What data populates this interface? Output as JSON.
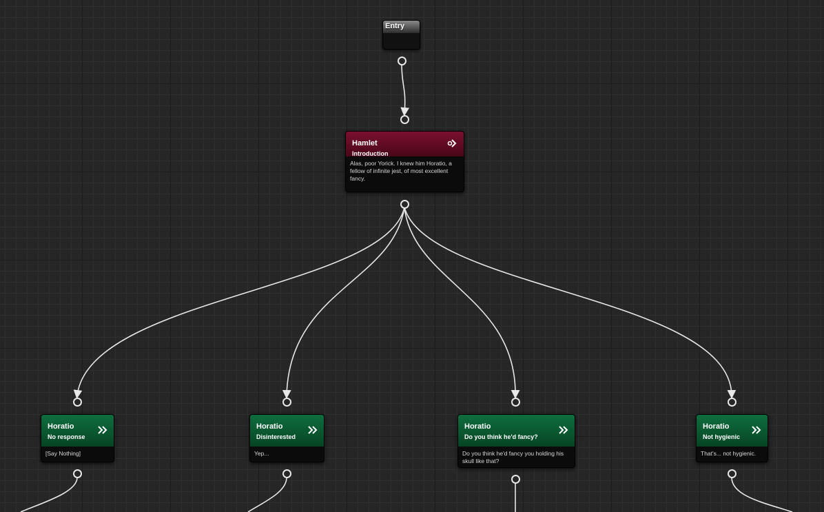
{
  "entry": {
    "label": "Entry"
  },
  "root": {
    "speaker": "Hamlet",
    "subtitle": "Introduction",
    "text": "Alas, poor Yorick. I knew him Horatio, a fellow of infinite jest, of most excellent fancy."
  },
  "responses": [
    {
      "speaker": "Horatio",
      "subtitle": "No response",
      "text": "[Say Nothing]"
    },
    {
      "speaker": "Horatio",
      "subtitle": "Disinterested",
      "text": "Yep..."
    },
    {
      "speaker": "Horatio",
      "subtitle": "Do you think he'd fancy?",
      "text": "Do you think he'd fancy you holding his skull like that?"
    },
    {
      "speaker": "Horatio",
      "subtitle": "Not hygienic",
      "text": "That's... not hygienic."
    }
  ],
  "icons": {
    "player_choice": "double-chevron-right-icon",
    "npc_line": "speech-arrow-icon"
  },
  "colors": {
    "npc_header": "#6e0e2a",
    "player_header": "#0b5e35",
    "wire": "#e8e8e8",
    "background": "#262626"
  }
}
